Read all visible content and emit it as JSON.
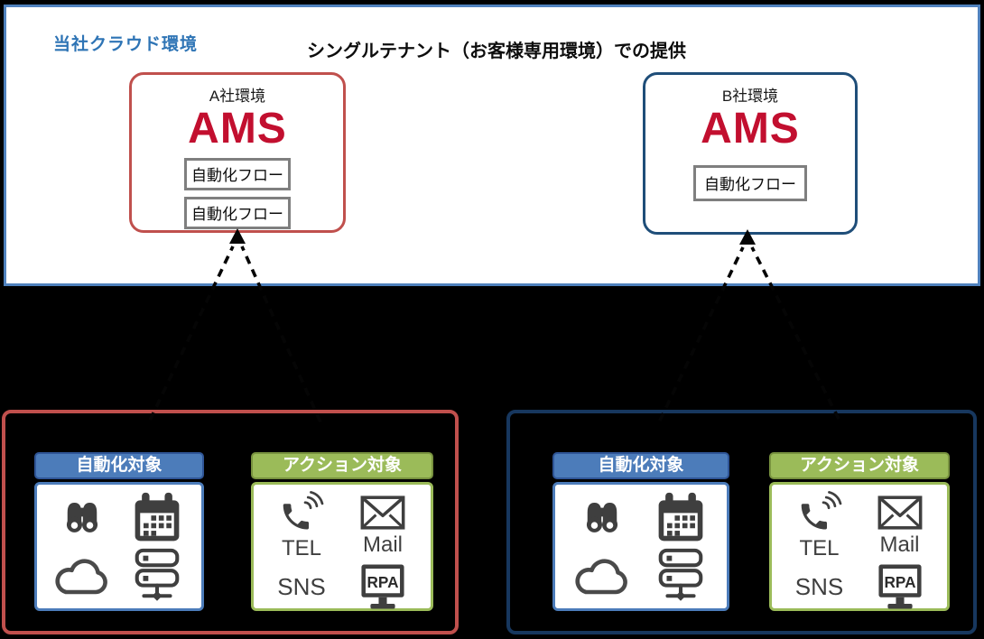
{
  "diagram": {
    "cloud_label": "当社クラウド環境",
    "title": "シングルテナント（お客様専用環境）での提供"
  },
  "tenants": [
    {
      "name": "A社環境",
      "product": "AMS",
      "flows": [
        "自動化フロー",
        "自動化フロー"
      ]
    },
    {
      "name": "B社環境",
      "product": "AMS",
      "flows": [
        "自動化フロー"
      ]
    }
  ],
  "groups": [
    {
      "automation_title": "自動化対象",
      "action_title": "アクション対象",
      "tel": "TEL",
      "mail": "Mail",
      "sns": "SNS",
      "rpa": "RPA"
    },
    {
      "automation_title": "自動化対象",
      "action_title": "アクション対象",
      "tel": "TEL",
      "mail": "Mail",
      "sns": "SNS",
      "rpa": "RPA"
    }
  ],
  "icons": {
    "automation": [
      "binoculars-icon",
      "calendar-icon",
      "cloud-icon",
      "server-network-icon"
    ],
    "action": [
      "phone-call-icon",
      "mail-envelope-icon",
      "rpa-monitor-icon"
    ]
  },
  "colors": {
    "background": "#000000",
    "cloud_box_border": "#4F81BD",
    "cloud_label_text": "#2E74B5",
    "tenant_a_border": "#C0504D",
    "tenant_b_border": "#1F4E79",
    "ams_red": "#C20F2F",
    "flow_box_border": "#7F7F7F",
    "group_a_border": "#C0504D",
    "group_b_border": "#17375E",
    "automation_header_bg": "#4C7CBA",
    "automation_header_border": "#2F5597",
    "action_header_bg": "#9BBB59",
    "action_header_border": "#78923F",
    "icon_gray": "#3F3F3F"
  }
}
